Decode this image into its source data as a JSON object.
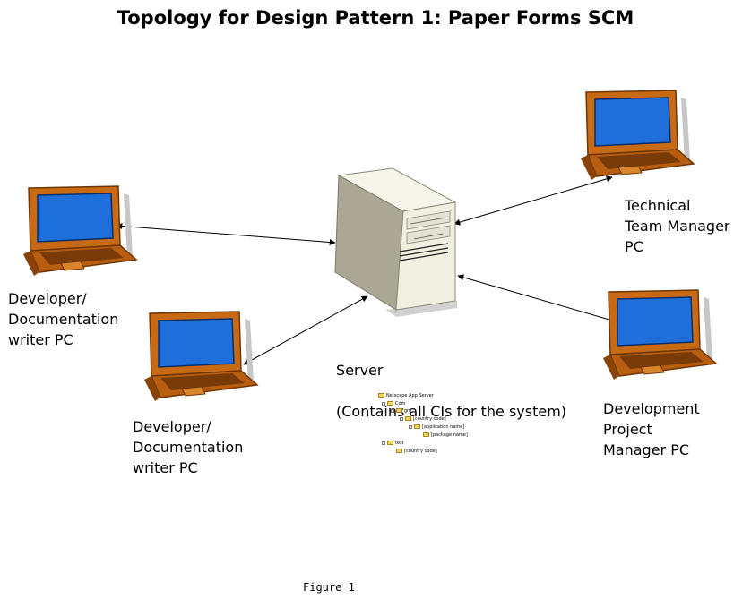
{
  "title": "Topology for Design Pattern 1: Paper Forms SCM",
  "nodes": {
    "server": {
      "line1": "Server",
      "line2": "(Contains all CIs for the system)"
    },
    "dev_left": {
      "label": "Developer/\nDocumentation\nwriter PC"
    },
    "dev_bottom": {
      "label": "Developer/\nDocumentation\nwriter PC"
    },
    "tech_manager": {
      "label": "Technical\nTeam Manager\nPC"
    },
    "project_manager": {
      "label": "Development\nProject\nManager PC"
    }
  },
  "tree": {
    "items": [
      {
        "label": "Netscape App Server",
        "level": 0
      },
      {
        "label": "Com",
        "level": 1
      },
      {
        "label": "gm",
        "level": 2
      },
      {
        "label": "[country code]",
        "level": 3
      },
      {
        "label": "[application name]",
        "level": 4
      },
      {
        "label": "[package name]",
        "level": 5
      },
      {
        "label": "test",
        "level": 1
      },
      {
        "label": "[country code]",
        "level": 2
      }
    ]
  },
  "caption": "Figure 1",
  "colors": {
    "laptop_body": "#c86a14",
    "laptop_dark": "#6e3606",
    "screen": "#1e6fd9",
    "server_front": "#f1efe0",
    "server_side": "#aaa894"
  }
}
